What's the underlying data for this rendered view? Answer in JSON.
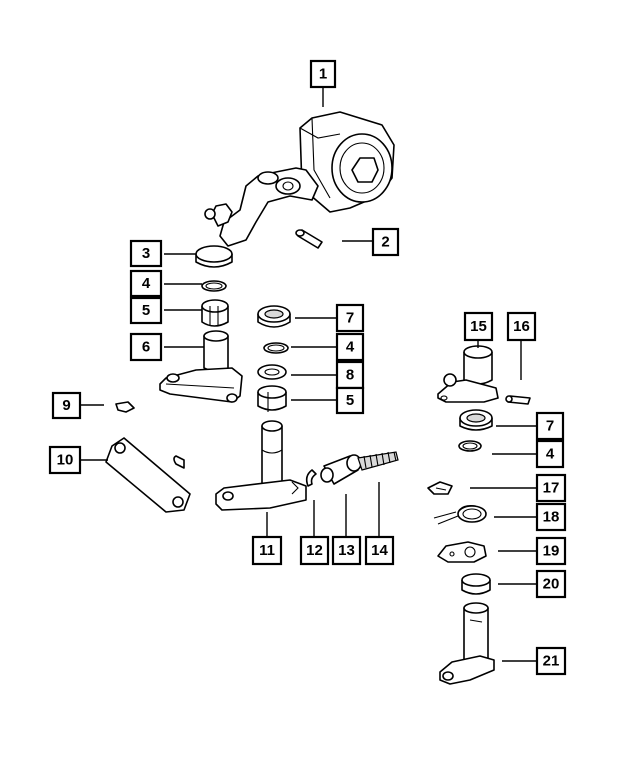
{
  "callouts": [
    {
      "id": "1",
      "label": "1"
    },
    {
      "id": "2",
      "label": "2"
    },
    {
      "id": "3",
      "label": "3"
    },
    {
      "id": "4a",
      "label": "4"
    },
    {
      "id": "5a",
      "label": "5"
    },
    {
      "id": "6",
      "label": "6"
    },
    {
      "id": "7a",
      "label": "7"
    },
    {
      "id": "4b",
      "label": "4"
    },
    {
      "id": "8",
      "label": "8"
    },
    {
      "id": "5b",
      "label": "5"
    },
    {
      "id": "9",
      "label": "9"
    },
    {
      "id": "10",
      "label": "10"
    },
    {
      "id": "11",
      "label": "11"
    },
    {
      "id": "12",
      "label": "12"
    },
    {
      "id": "13",
      "label": "13"
    },
    {
      "id": "14",
      "label": "14"
    },
    {
      "id": "15",
      "label": "15"
    },
    {
      "id": "16",
      "label": "16"
    },
    {
      "id": "7b",
      "label": "7"
    },
    {
      "id": "4c",
      "label": "4"
    },
    {
      "id": "17",
      "label": "17"
    },
    {
      "id": "18",
      "label": "18"
    },
    {
      "id": "19",
      "label": "19"
    },
    {
      "id": "20",
      "label": "20"
    },
    {
      "id": "21",
      "label": "21"
    }
  ]
}
